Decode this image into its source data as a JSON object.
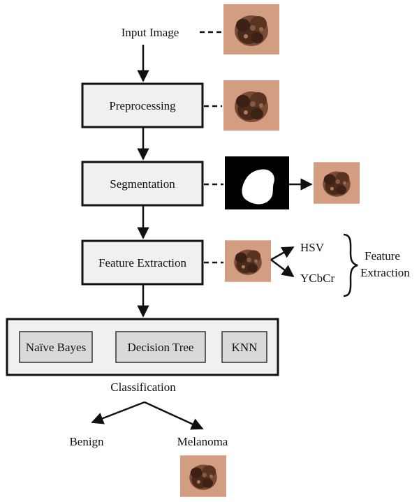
{
  "nodes": {
    "input_image": "Input Image",
    "preprocessing": "Preprocessing",
    "segmentation": "Segmentation",
    "feature_extraction": "Feature Extraction",
    "classifiers": [
      "Naïve Bayes",
      "Decision Tree",
      "KNN"
    ],
    "classification": "Classification",
    "outputs": [
      "Benign",
      "Melanoma"
    ]
  },
  "feature_branch": {
    "spaces": [
      "HSV",
      "YCbCr"
    ],
    "label_line1": "Feature",
    "label_line2": "Extraction"
  },
  "colors": {
    "box_fill": "#f0f0f0",
    "classifier_fill": "#d9d9d9",
    "skin": "#d9a487",
    "lesion": "#4a2a1b",
    "mask_bg": "#000000",
    "mask_blob": "#ffffff"
  }
}
